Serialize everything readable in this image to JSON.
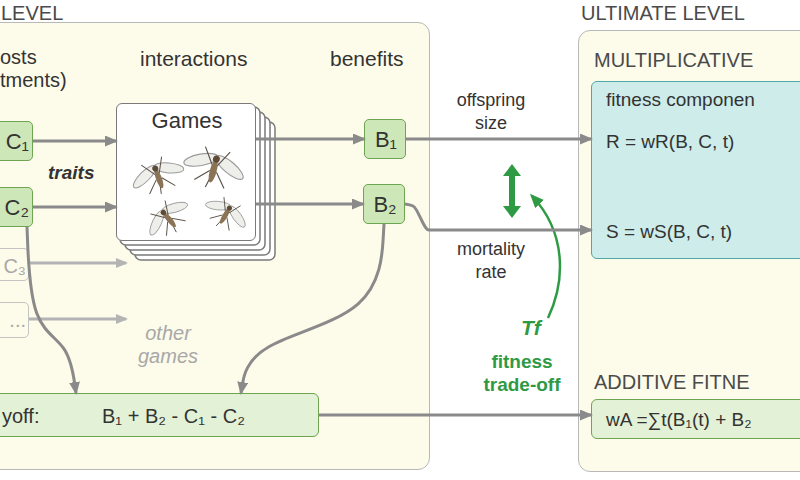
{
  "diagram": {
    "nodes": [
      {
        "text": [
          "LEVEL"
        ]
      },
      {
        "text": [
          "C₁"
        ],
        "in": 0
      },
      {
        "text": [
          "C₂"
        ],
        "in": 0
      },
      {
        "text": [
          "C₃"
        ],
        "in": 0
      },
      {
        "text": [
          "..."
        ],
        "in": 0
      },
      {
        "text": [
          "Games"
        ],
        "in": 0
      },
      {
        "text": [
          "B₁"
        ],
        "in": 0
      },
      {
        "text": [
          "B₂"
        ],
        "in": 0
      },
      {
        "text": [
          "yoff:",
          "B₁ + B₂ - C₁ - C₂"
        ],
        "in": 0
      },
      {
        "text": [
          "ULTIMATE LEVEL"
        ]
      },
      {
        "text": [
          "MULTIPLICATIVE",
          "fitness componen",
          "R = wR(B, C, t)",
          "S = wS(B, C, t)"
        ],
        "in": 9
      },
      {
        "text": [
          "ADDITIVE FITNE",
          "wA =∑t(B₁(t) + B₂"
        ],
        "in": 9
      }
    ],
    "edges": [
      {
        "from": 1,
        "to": 5,
        "arrow": "to"
      },
      {
        "from": 2,
        "to": 5,
        "arrow": "to"
      },
      {
        "from": 5,
        "to": 6,
        "arrow": "to"
      },
      {
        "from": 5,
        "to": 7,
        "arrow": "to"
      },
      {
        "from": 2,
        "to": 8,
        "arrow": "to"
      },
      {
        "from": 7,
        "to": 8,
        "arrow": "to"
      },
      {
        "from": 6,
        "to": 10,
        "label": "offspring size",
        "arrow": "to"
      },
      {
        "from": 7,
        "to": 10,
        "label": "mortality rate",
        "arrow": "to"
      },
      {
        "from": 8,
        "to": 11,
        "arrow": "to"
      }
    ],
    "labels": [
      "osts tments)",
      "interactions",
      "benefits",
      "traits",
      "other games",
      "Tf",
      "fitness trade-off"
    ]
  }
}
